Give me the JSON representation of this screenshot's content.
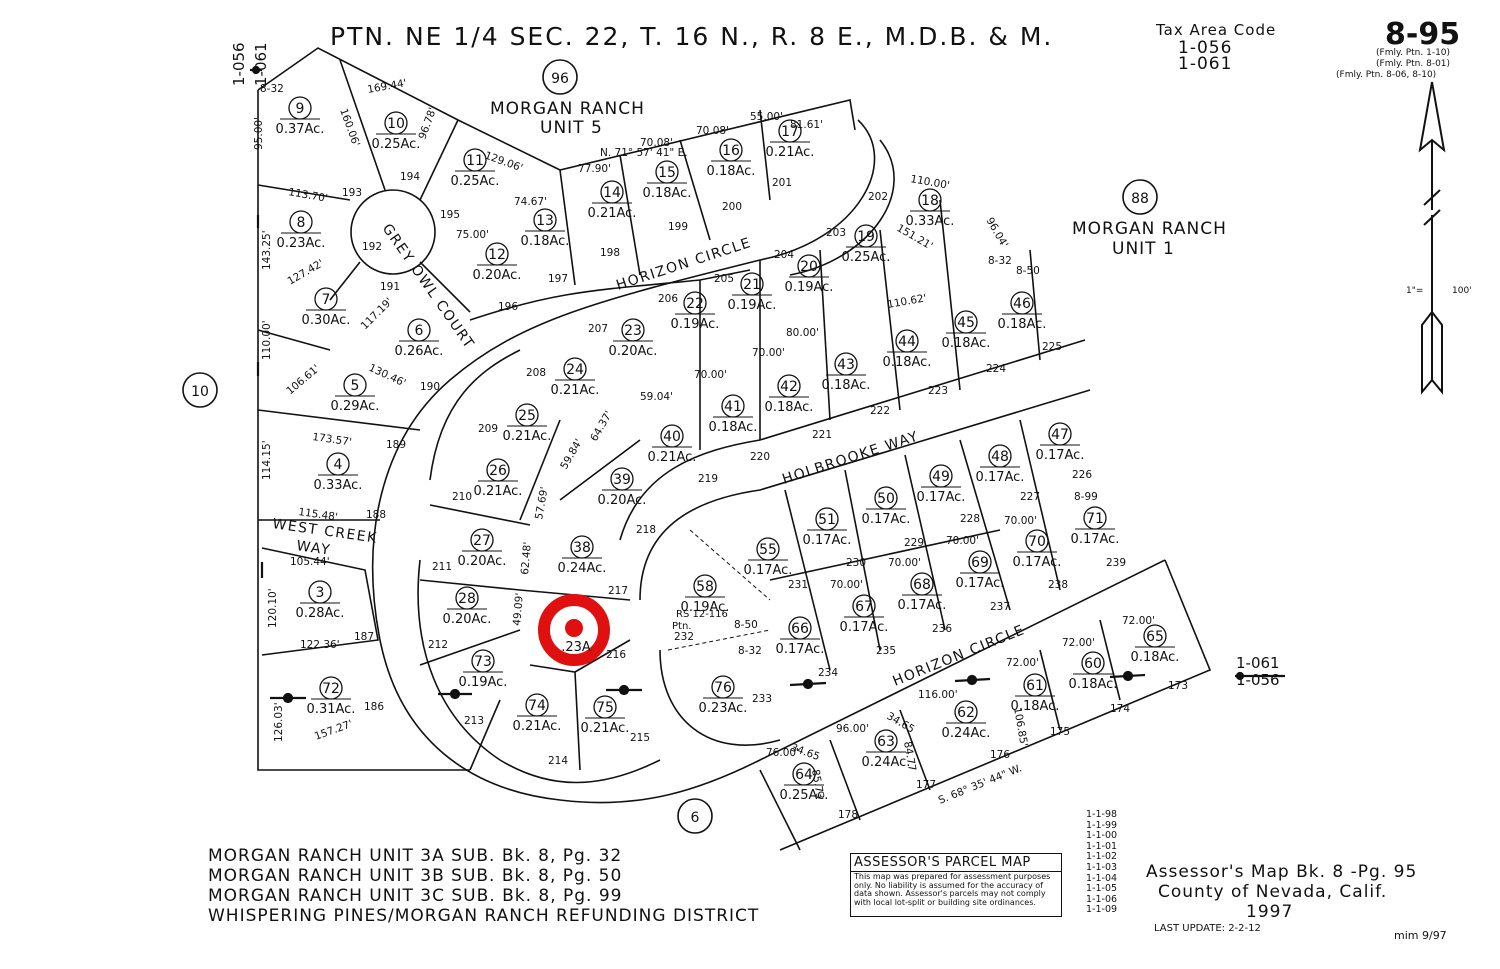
{
  "header": {
    "title": "PTN. NE 1/4 SEC. 22, T. 16 N., R. 8 E., M.D.B. & M.",
    "side_code_top": "1-056",
    "side_code_bottom": "1-061"
  },
  "tax_area": {
    "label": "Tax Area Code",
    "codes": [
      "1-056",
      "1-061"
    ]
  },
  "page_code": {
    "value": "8-95",
    "former": [
      "(Fmly. Ptn. 1-10)",
      "(Fmly. Ptn. 8-01)",
      "(Fmly. Ptn. 8-06, 8-10)"
    ]
  },
  "scale": {
    "left": "1\"=",
    "right": "100'"
  },
  "neighbors": {
    "unit5": {
      "circle": "96",
      "line1": "MORGAN RANCH",
      "line2": "UNIT 5"
    },
    "unit1": {
      "circle": "88",
      "line1": "MORGAN RANCH",
      "line2": "UNIT 1"
    },
    "ten": "10",
    "six": "6"
  },
  "streets": {
    "grey_owl": "GREY OWL COURT",
    "horizon_top": "HORIZON CIRCLE",
    "holbrooke": "HOLBROOKE WAY",
    "horizon_bottom": "HORIZON CIRCLE",
    "west_creek_1": "WEST CREEK",
    "west_creek_2": "WAY"
  },
  "parcels": [
    {
      "n": "9",
      "ac": "0.37Ac."
    },
    {
      "n": "10",
      "ac": "0.25Ac."
    },
    {
      "n": "11",
      "ac": "0.25Ac."
    },
    {
      "n": "12",
      "ac": "0.20Ac."
    },
    {
      "n": "13",
      "ac": "0.18Ac."
    },
    {
      "n": "14",
      "ac": "0.21Ac."
    },
    {
      "n": "15",
      "ac": "0.18Ac."
    },
    {
      "n": "16",
      "ac": "0.18Ac."
    },
    {
      "n": "17",
      "ac": "0.21Ac."
    },
    {
      "n": "18",
      "ac": "0.33Ac."
    },
    {
      "n": "19",
      "ac": "0.25Ac."
    },
    {
      "n": "20",
      "ac": "0.19Ac."
    },
    {
      "n": "21",
      "ac": "0.19Ac."
    },
    {
      "n": "22",
      "ac": "0.19Ac."
    },
    {
      "n": "23",
      "ac": "0.20Ac."
    },
    {
      "n": "24",
      "ac": "0.21Ac."
    },
    {
      "n": "25",
      "ac": "0.21Ac."
    },
    {
      "n": "26",
      "ac": "0.21Ac."
    },
    {
      "n": "27",
      "ac": "0.20Ac."
    },
    {
      "n": "28",
      "ac": "0.20Ac."
    },
    {
      "n": "8",
      "ac": "0.23Ac."
    },
    {
      "n": "7",
      "ac": "0.30Ac."
    },
    {
      "n": "6",
      "ac": "0.26Ac."
    },
    {
      "n": "5",
      "ac": "0.29Ac."
    },
    {
      "n": "4",
      "ac": "0.33Ac."
    },
    {
      "n": "3",
      "ac": "0.28Ac."
    },
    {
      "n": "72",
      "ac": "0.31Ac."
    },
    {
      "n": "73",
      "ac": "0.19Ac."
    },
    {
      "n": "74",
      "ac": "0.21Ac."
    },
    {
      "n": "75",
      "ac": "0.21Ac."
    },
    {
      "n": "38",
      "ac": "0.24Ac."
    },
    {
      "n": "39",
      "ac": "0.20Ac."
    },
    {
      "n": "40",
      "ac": "0.21Ac."
    },
    {
      "n": "41",
      "ac": "0.18Ac."
    },
    {
      "n": "42",
      "ac": "0.18Ac."
    },
    {
      "n": "43",
      "ac": "0.18Ac."
    },
    {
      "n": "44",
      "ac": "0.18Ac."
    },
    {
      "n": "45",
      "ac": "0.18Ac."
    },
    {
      "n": "46",
      "ac": "0.18Ac."
    },
    {
      "n": "47",
      "ac": "0.17Ac."
    },
    {
      "n": "48",
      "ac": "0.17Ac."
    },
    {
      "n": "49",
      "ac": "0.17Ac."
    },
    {
      "n": "50",
      "ac": "0.17Ac."
    },
    {
      "n": "51",
      "ac": "0.17Ac."
    },
    {
      "n": "55",
      "ac": "0.17Ac."
    },
    {
      "n": "58",
      "ac": "0.19Ac."
    },
    {
      "n": "66",
      "ac": "0.17Ac."
    },
    {
      "n": "67",
      "ac": "0.17Ac."
    },
    {
      "n": "68",
      "ac": "0.17Ac."
    },
    {
      "n": "69",
      "ac": "0.17Ac."
    },
    {
      "n": "70",
      "ac": "0.17Ac."
    },
    {
      "n": "71",
      "ac": "0.17Ac."
    },
    {
      "n": "76",
      "ac": "0.23Ac."
    },
    {
      "n": "64",
      "ac": "0.25Ac."
    },
    {
      "n": "63",
      "ac": "0.24Ac."
    },
    {
      "n": "62",
      "ac": "0.24Ac."
    },
    {
      "n": "61",
      "ac": "0.18Ac."
    },
    {
      "n": "60",
      "ac": "0.18Ac."
    },
    {
      "n": "65",
      "ac": "0.18Ac."
    }
  ],
  "highlight": {
    "partial_acres": ".23A"
  },
  "rs_note": {
    "line1": "RS 12-116",
    "line2": "Ptn."
  },
  "notes_left": [
    "MORGAN RANCH UNIT 3A SUB. Bk. 8, Pg. 32",
    "MORGAN RANCH UNIT 3B SUB. Bk. 8, Pg. 50",
    "MORGAN RANCH UNIT 3C SUB. Bk. 8, Pg. 99",
    "WHISPERING PINES/MORGAN RANCH REFUNDING DISTRICT"
  ],
  "revision_dates": [
    "1-1-98",
    "1-1-99",
    "1-1-00",
    "1-1-01",
    "1-1-02",
    "1-1-03",
    "1-1-04",
    "1-1-05",
    "1-1-06",
    "1-1-09"
  ],
  "disclaimer": {
    "title": "ASSESSOR'S PARCEL MAP",
    "body": "This map was prepared for assessment purposes only. No liability is assumed for the accuracy of data shown. Assessor's parcels may not comply with local lot-split or building site ordinances."
  },
  "footer": {
    "line1": "Assessor's Map Bk. 8 -Pg. 95",
    "line2": "County of Nevada, Calif.",
    "line3": "1997",
    "last_update": "LAST UPDATE: 2-2-12",
    "initials": "mim 9/97"
  },
  "right_codes": {
    "top": "1-061",
    "bottom": "1-056"
  },
  "highlight_color": "#e11010"
}
